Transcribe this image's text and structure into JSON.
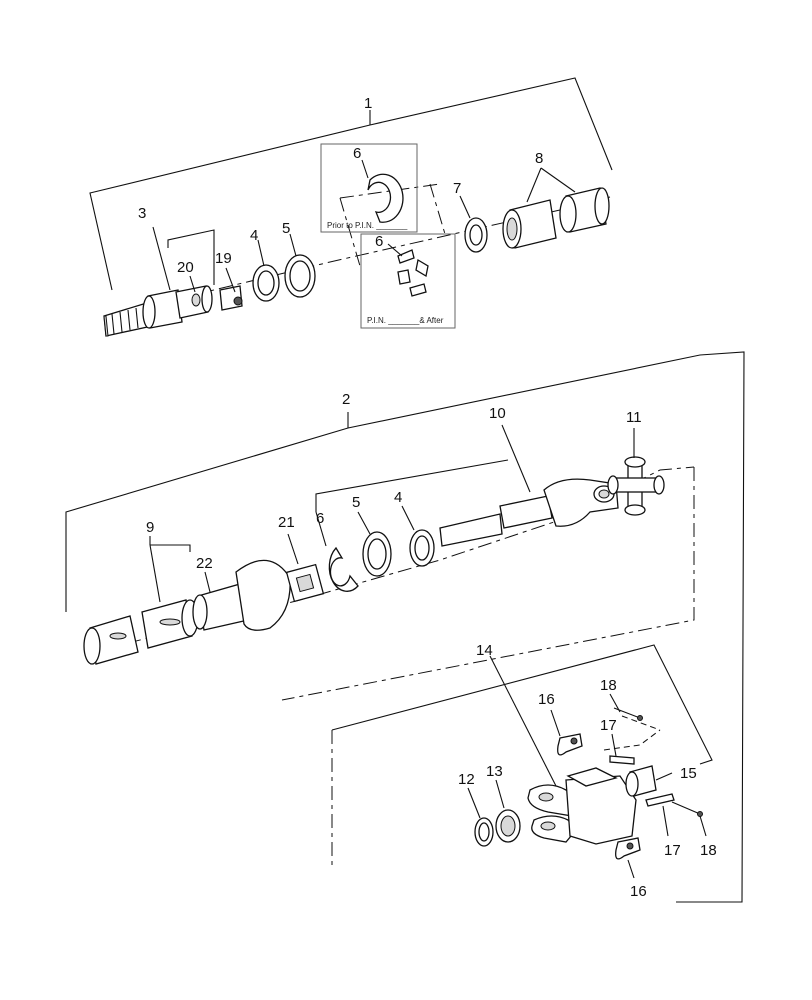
{
  "callouts": {
    "n1": "1",
    "n2": "2",
    "n3": "3",
    "n4a": "4",
    "n5a": "5",
    "n6a": "6",
    "n6b": "6",
    "n7": "7",
    "n8": "8",
    "n19": "19",
    "n20": "20",
    "n10": "10",
    "n11": "11",
    "n6c": "6",
    "n5b": "5",
    "n4b": "4",
    "n21": "21",
    "n9": "9",
    "n22": "22",
    "n14": "14",
    "n18a": "18",
    "n16a": "16",
    "n17a": "17",
    "n15": "15",
    "n12": "12",
    "n13": "13",
    "n17b": "17",
    "n18b": "18",
    "n16b": "16"
  },
  "inset_labels": {
    "prior": "Prior to P.I.N. _______",
    "after": "P.I.N. _______& After"
  }
}
